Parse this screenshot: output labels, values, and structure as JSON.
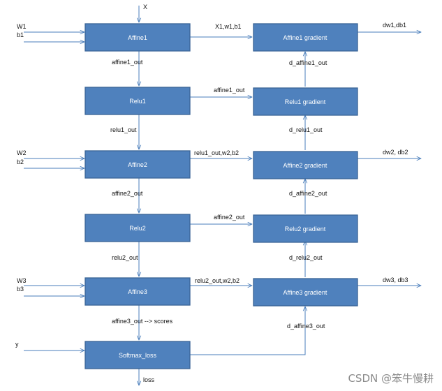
{
  "nodes": {
    "affine1": "Affine1",
    "relu1": "Relu1",
    "affine2": "Affine2",
    "relu2": "Relu2",
    "affine3": "Affine3",
    "softmax_loss": "Softmax_loss",
    "affine1_grad": "Affine1 gradient",
    "relu1_grad": "Relu1 gradient",
    "affine2_grad": "Affine2 gradient",
    "relu2_grad": "Relu2 gradient",
    "affine3_grad": "Affine3 gradient"
  },
  "labels": {
    "x": "X",
    "w1": "W1",
    "b1": "b1",
    "w2": "W2",
    "b2": "b2",
    "w3": "W3",
    "b3": "b3",
    "y": "y",
    "affine1_out": "affine1_out",
    "relu1_out": "relu1_out",
    "affine2_out": "affine2_out",
    "relu2_out": "relu2_out",
    "affine3_out": "affine3_out  --> scores",
    "loss": "loss",
    "to_affine1_grad": "X1,w1,b1",
    "to_relu1_grad": "affine1_out",
    "to_affine2_grad": "relu1_out,w2,b2",
    "to_relu2_grad": "affine2_out",
    "to_affine3_grad": "relu2_out,w2,b2",
    "d_affine1_out": "d_affine1_out",
    "d_relu1_out": "d_relu1_out",
    "d_affine2_out": "d_affine2_out",
    "d_relu2_out": "d_relu2_out",
    "d_affine3_out": "d_affine3_out",
    "dw1_db1": "dw1,db1",
    "dw2_db2": "dw2, db2",
    "dw3_db3": "dw3, db3"
  },
  "watermark": "CSDN @笨牛慢耕",
  "colors": {
    "box_fill": "#4f81bd",
    "box_stroke": "#3a6496",
    "arrow": "#4a7ebb"
  }
}
